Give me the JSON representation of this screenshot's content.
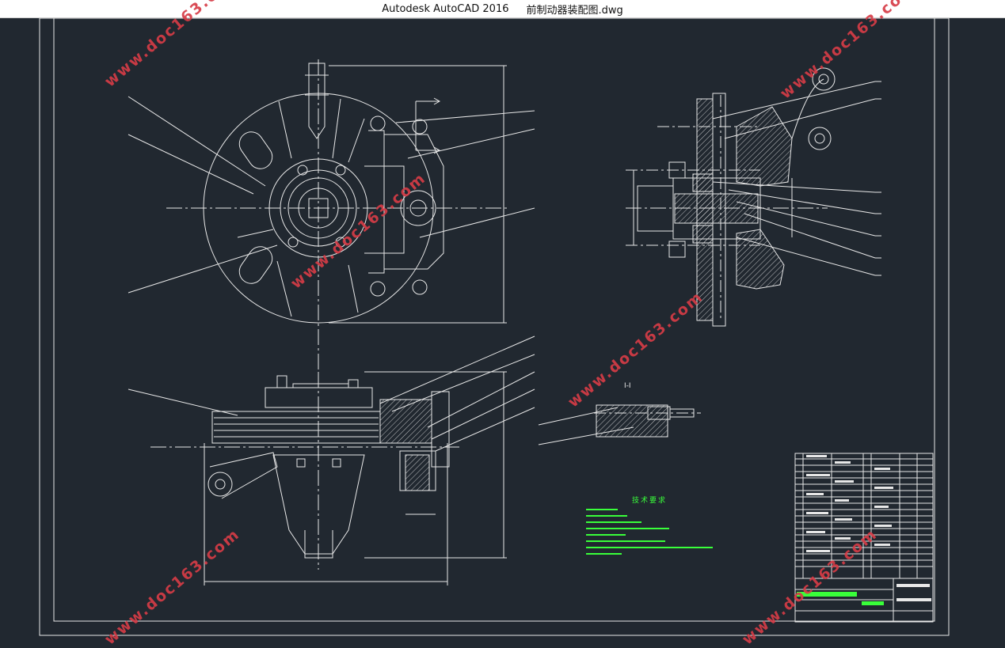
{
  "window": {
    "app_name": "Autodesk AutoCAD 2016",
    "file_name": "前制动器装配图.dwg"
  },
  "drawing": {
    "section_label": "I-I",
    "tech_requirements_title": "技术要求",
    "watermark_text": "www.doc163.com",
    "colors": {
      "background": "#212830",
      "linework": "#e8e8e8",
      "annotation": "#39ff3a",
      "watermark": "#d63c46"
    }
  }
}
